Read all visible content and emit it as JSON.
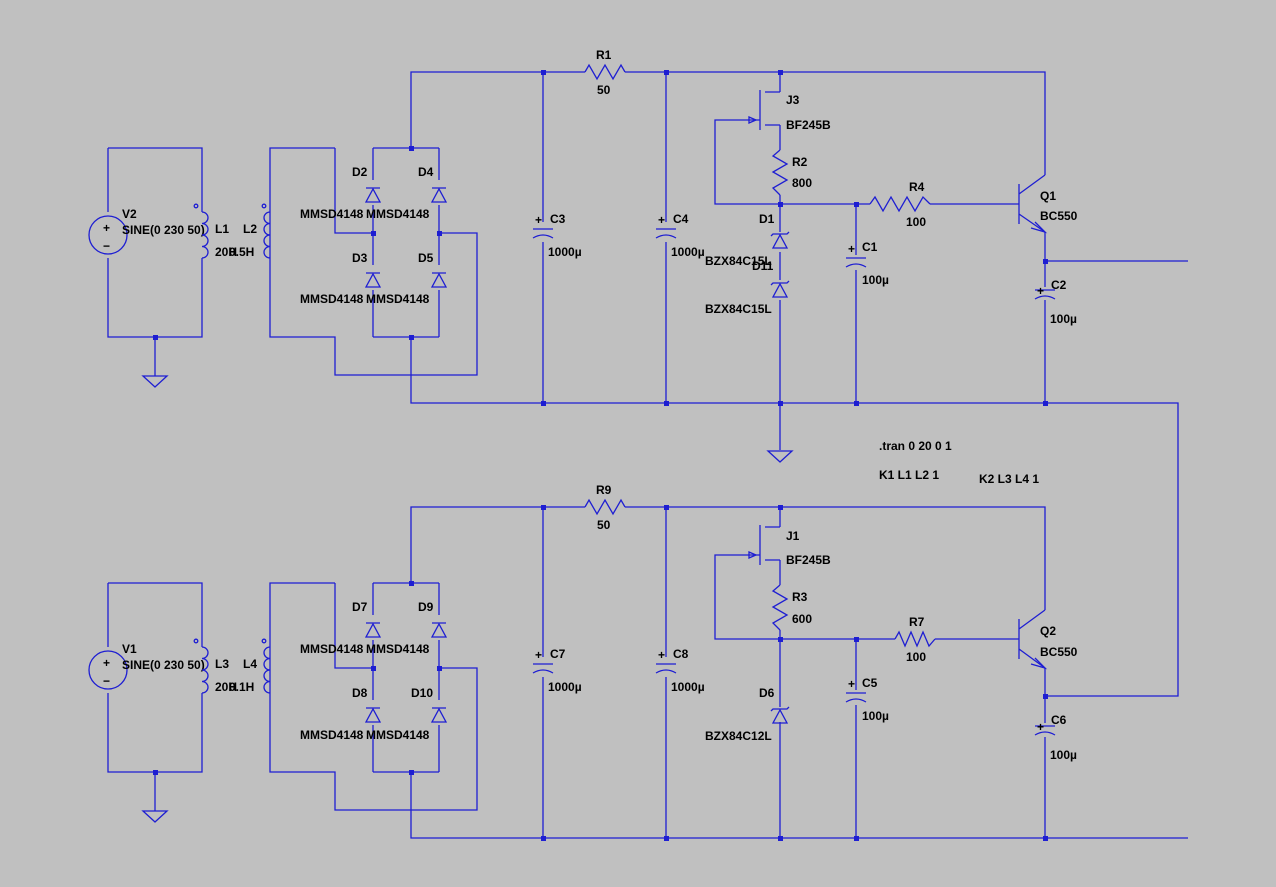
{
  "colors": {
    "background": "#c0c0c0",
    "wire": "#1e1ed2",
    "text": "#000000"
  },
  "directives": {
    "tran": ".tran 0 20 0 1",
    "k1": "K1 L1 L2 1",
    "k2": "K2 L3 L4 1"
  },
  "sources": {
    "v2": {
      "name": "V2",
      "value": "SINE(0 230 50)"
    },
    "v1": {
      "name": "V1",
      "value": "SINE(0 230 50)"
    }
  },
  "inductors": {
    "l1": {
      "name": "L1",
      "value": "20H"
    },
    "l2": {
      "name": "L2",
      "value": "0.5H"
    },
    "l3": {
      "name": "L3",
      "value": "20H"
    },
    "l4": {
      "name": "L4",
      "value": "0.1H"
    }
  },
  "diodes": {
    "d2": {
      "name": "D2",
      "value": "MMSD4148"
    },
    "d4": {
      "name": "D4",
      "value": "MMSD4148"
    },
    "d3": {
      "name": "D3",
      "value": "MMSD4148"
    },
    "d5": {
      "name": "D5",
      "value": "MMSD4148"
    },
    "d7": {
      "name": "D7",
      "value": "MMSD4148"
    },
    "d9": {
      "name": "D9",
      "value": "MMSD4148"
    },
    "d8": {
      "name": "D8",
      "value": "MMSD4148"
    },
    "d10": {
      "name": "D10",
      "value": "MMSD4148"
    }
  },
  "zeners": {
    "d1": {
      "name": "D1",
      "value": "BZX84C15L"
    },
    "d11": {
      "name": "D11",
      "value": "BZX84C15L"
    },
    "d6": {
      "name": "D6",
      "value": "BZX84C12L"
    }
  },
  "resistors": {
    "r1": {
      "name": "R1",
      "value": "50"
    },
    "r2": {
      "name": "R2",
      "value": "800"
    },
    "r4": {
      "name": "R4",
      "value": "100"
    },
    "r9": {
      "name": "R9",
      "value": "50"
    },
    "r3": {
      "name": "R3",
      "value": "600"
    },
    "r7": {
      "name": "R7",
      "value": "100"
    }
  },
  "capacitors": {
    "c3": {
      "name": "C3",
      "value": "1000µ"
    },
    "c4": {
      "name": "C4",
      "value": "1000µ"
    },
    "c1": {
      "name": "C1",
      "value": "100µ"
    },
    "c2": {
      "name": "C2",
      "value": "100µ"
    },
    "c7": {
      "name": "C7",
      "value": "1000µ"
    },
    "c8": {
      "name": "C8",
      "value": "1000µ"
    },
    "c5": {
      "name": "C5",
      "value": "100µ"
    },
    "c6": {
      "name": "C6",
      "value": "100µ"
    }
  },
  "jfets": {
    "j3": {
      "name": "J3",
      "value": "BF245B"
    },
    "j1": {
      "name": "J1",
      "value": "BF245B"
    }
  },
  "bjts": {
    "q1": {
      "name": "Q1",
      "value": "BC550"
    },
    "q2": {
      "name": "Q2",
      "value": "BC550"
    }
  },
  "polarity": {
    "plus": "+",
    "minus": "−",
    "cap_plus": "+"
  }
}
